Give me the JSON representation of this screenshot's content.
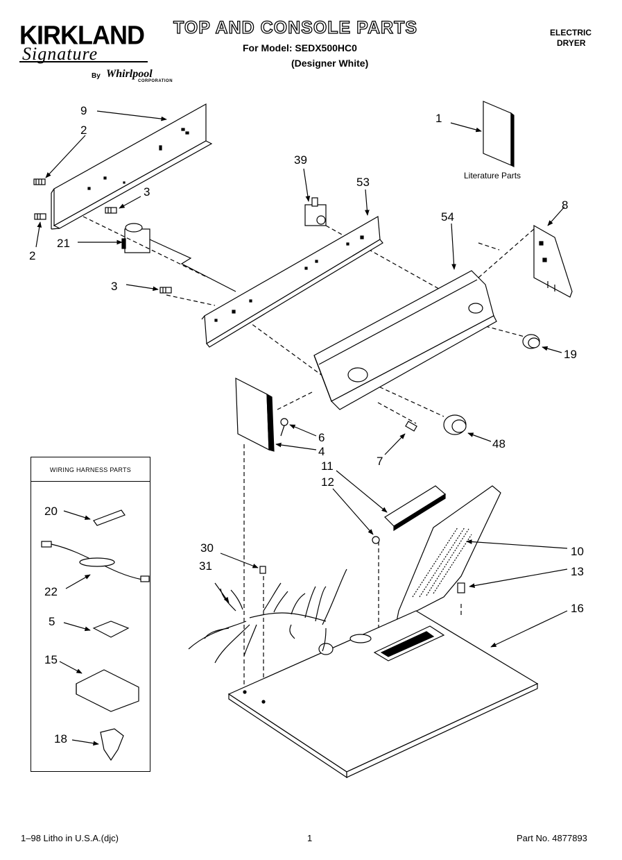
{
  "header": {
    "brand_main": "KIRKLAND",
    "brand_sub": "Signature",
    "brand_by": "By",
    "brand_maker": "Whirlpool",
    "brand_corp": "CORPORATION",
    "title": "TOP AND CONSOLE PARTS",
    "model_line": "For Model: SEDX500HC0",
    "color_line": "(Designer White)",
    "product_type_line1": "ELECTRIC",
    "product_type_line2": "DRYER"
  },
  "literature_label": "Literature Parts",
  "wiring_box_title": "WIRING HARNESS PARTS",
  "callouts": {
    "c1": "1",
    "c2a": "2",
    "c2b": "2",
    "c3a": "3",
    "c3b": "3",
    "c4": "4",
    "c5": "5",
    "c6": "6",
    "c7": "7",
    "c8": "8",
    "c9": "9",
    "c10": "10",
    "c11": "11",
    "c12": "12",
    "c13": "13",
    "c15": "15",
    "c16": "16",
    "c18": "18",
    "c19": "19",
    "c20": "20",
    "c21": "21",
    "c22": "22",
    "c30": "30",
    "c31": "31",
    "c39": "39",
    "c48": "48",
    "c53": "53",
    "c54": "54"
  },
  "footer": {
    "left": "1–98 Litho in U.S.A.(djc)",
    "page": "1",
    "part_number": "Part No. 4877893"
  }
}
